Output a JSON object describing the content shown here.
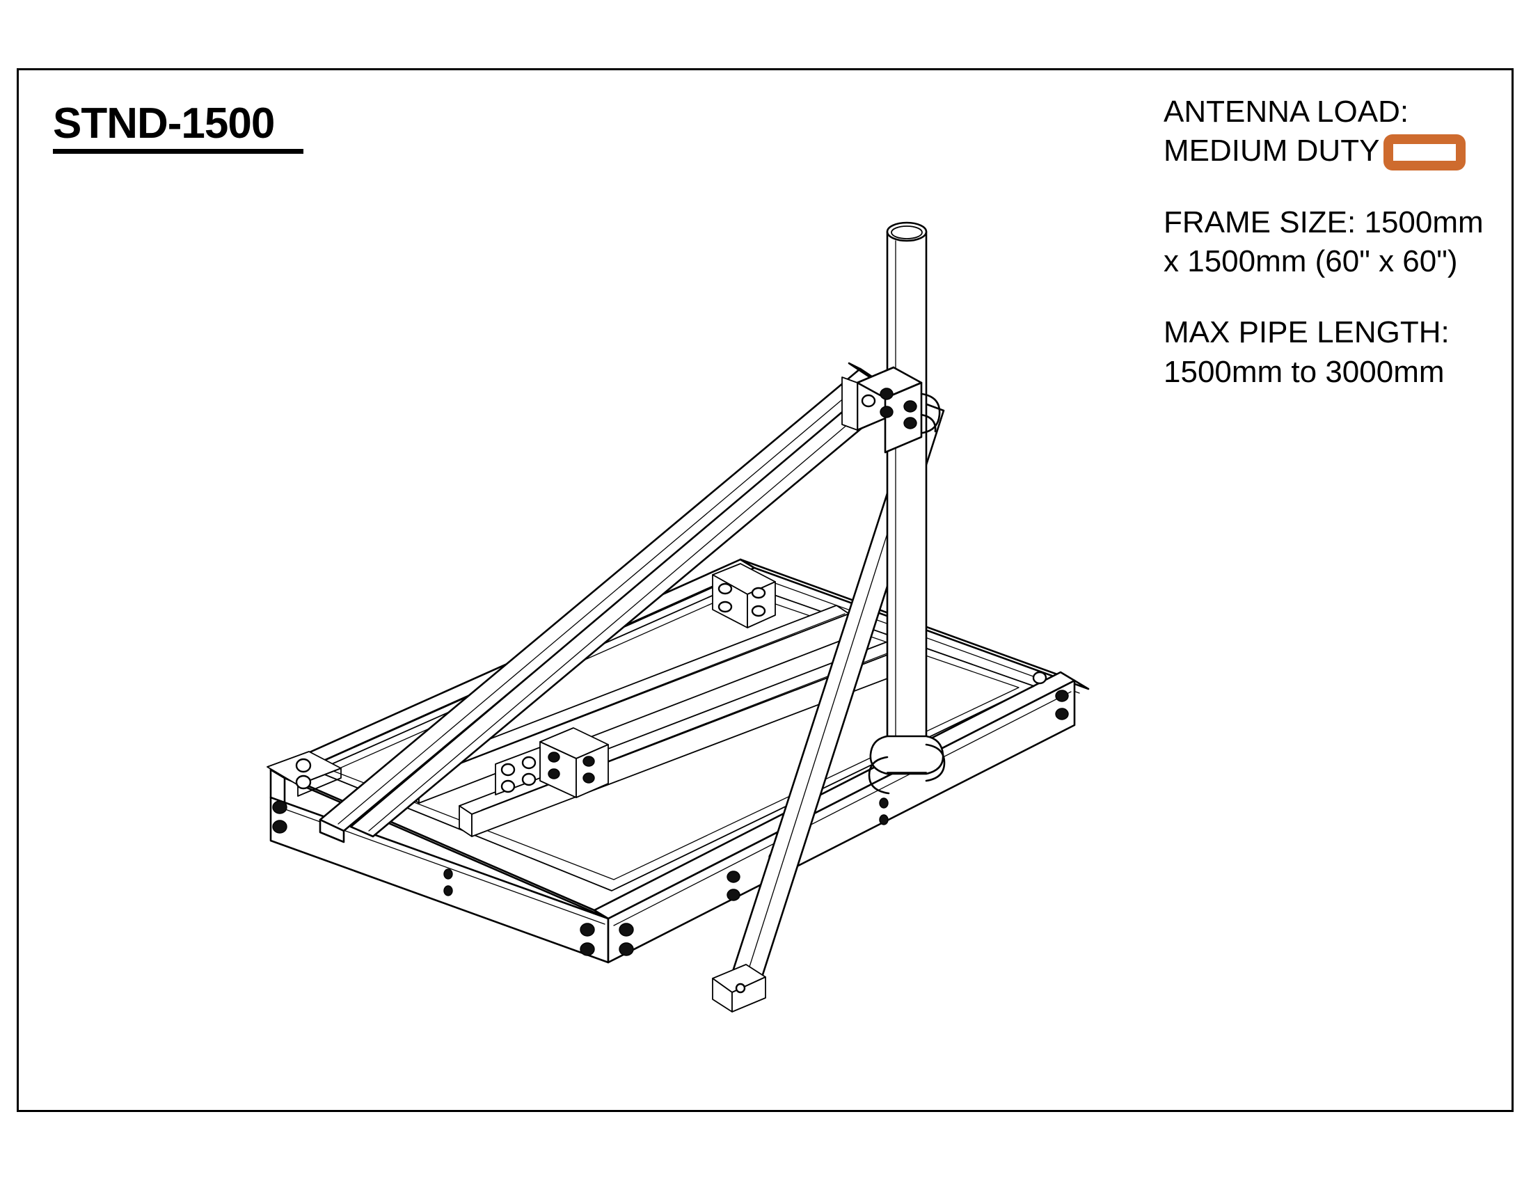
{
  "sheet": {
    "title": "STND-1500"
  },
  "specs": {
    "antenna_load": {
      "label": "ANTENNA LOAD:",
      "value": "MEDIUM DUTY",
      "badge_name": "duty-level-badge",
      "badge_color": "#ce6b2e"
    },
    "frame_size": {
      "line1": "FRAME SIZE: 1500mm",
      "line2": "x 1500mm (60\" x 60\")"
    },
    "max_pipe_length": {
      "line1": "MAX PIPE LENGTH:",
      "line2": "1500mm to 3000mm"
    }
  },
  "drawing": {
    "name": "non-penetrating-roof-mount-isometric",
    "description": "Isometric line drawing of a square ballast roof mount frame with vertical antenna mast pipe and two diagonal support rails",
    "colors": {
      "line": "#000000",
      "fill": "#ffffff"
    }
  }
}
